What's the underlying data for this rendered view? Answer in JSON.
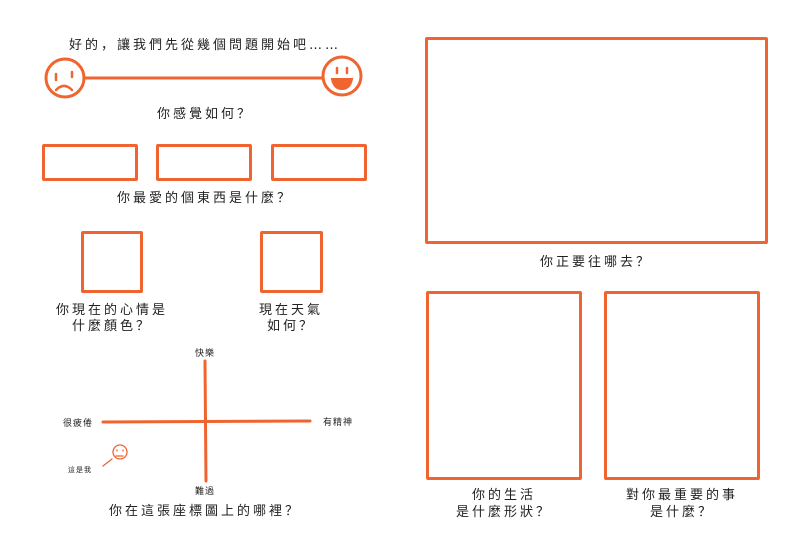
{
  "accent_color": "#f0652f",
  "intro": "好的，讓我們先從幾個問題開始吧……",
  "feeling_scale": {
    "left_icon": "sad-face-icon",
    "right_icon": "happy-face-icon",
    "question": "你感覺如何？"
  },
  "favorite_things": {
    "question": "你最愛的個東西是什麼？"
  },
  "mood_color": {
    "line1": "你現在的心情是",
    "line2": "什麼顏色？"
  },
  "weather": {
    "line1": "現在天氣",
    "line2": "如何？"
  },
  "axes": {
    "top": "快樂",
    "bottom": "難過",
    "left": "很疲倦",
    "right": "有精神",
    "marker_label": "這是我",
    "question": "你在這張座標圖上的哪裡？"
  },
  "destination": {
    "question": "你正要往哪去？"
  },
  "life_shape": {
    "line1": "你的生活",
    "line2": "是什麼形狀？"
  },
  "most_important": {
    "line1": "對你最重要的事",
    "line2": "是什麼？"
  }
}
